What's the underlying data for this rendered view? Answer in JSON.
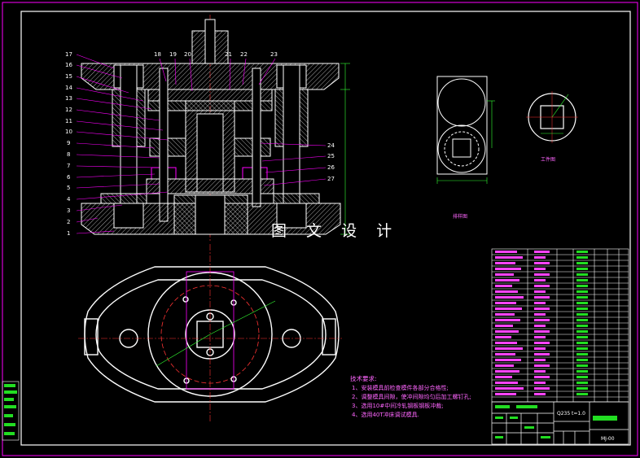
{
  "watermark": "图 文 设 计",
  "part_labels_left": [
    "17",
    "16",
    "15",
    "14",
    "13",
    "12",
    "11",
    "10",
    "9",
    "8",
    "7",
    "6",
    "5",
    "4",
    "3",
    "2",
    "1"
  ],
  "part_labels_top": [
    "18",
    "19",
    "20",
    "21",
    "22",
    "23"
  ],
  "part_labels_right": [
    "24",
    "25",
    "26",
    "27"
  ],
  "captions": {
    "layout_view": "排样图",
    "workpiece": "工件图"
  },
  "tech_notes": {
    "heading": "技术要求:",
    "items": [
      "1、安装模具前检查模件各部分合格性;",
      "2、调整模具间隙，使冲间隙均匀后加工螺钉孔;",
      "3、选用10#中间冷轧钢板钢板冲裁;",
      "4、选用40T冲床调试模具."
    ]
  },
  "title_block": {
    "material": "Q235",
    "thickness": "t=1.0",
    "drawing_no": "MJ-00"
  }
}
